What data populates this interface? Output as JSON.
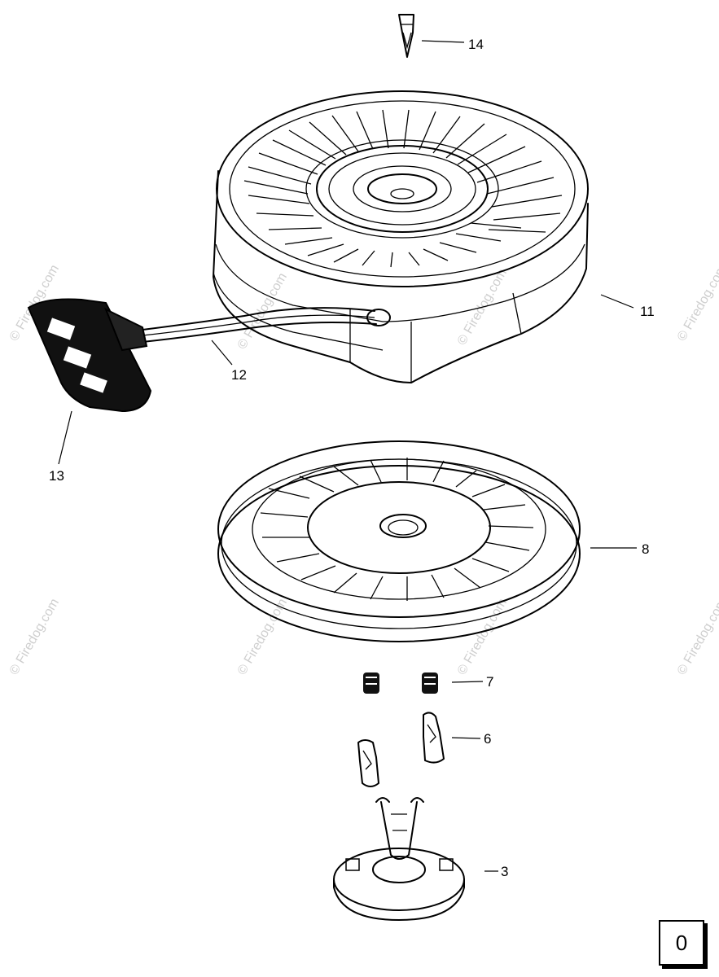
{
  "watermark": {
    "text": "© Firedog.com",
    "color": "#cfcfcf"
  },
  "callouts": {
    "part_14": "14",
    "part_11": "11",
    "part_12": "12",
    "part_13": "13",
    "part_8": "8",
    "part_7": "7",
    "part_6": "6",
    "part_3": "3"
  },
  "page_box": {
    "label": "0"
  },
  "colors": {
    "line": "#000000",
    "background": "#ffffff"
  }
}
